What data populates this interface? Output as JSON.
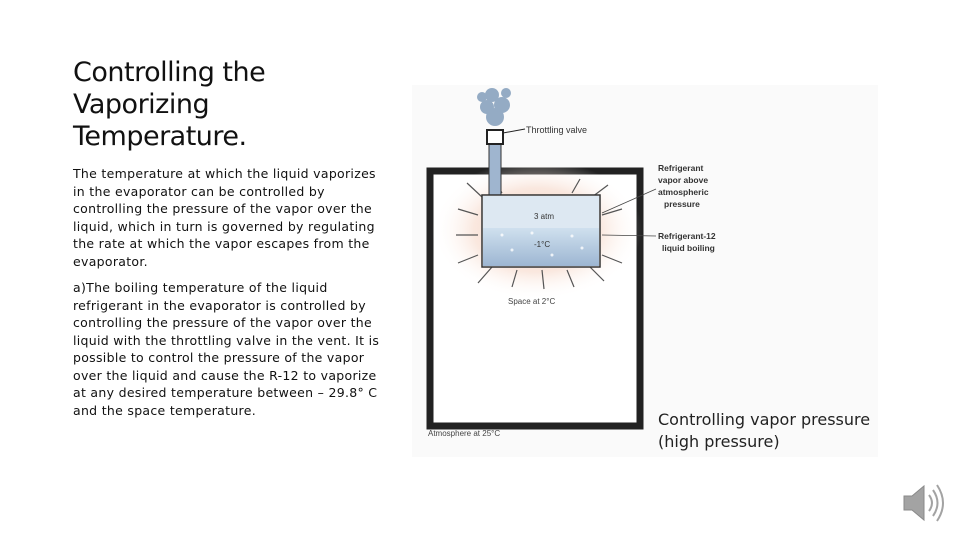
{
  "slide": {
    "title_lines": [
      "Controlling the",
      "Vaporizing",
      "Temperature."
    ],
    "paragraph_1": "The temperature at which the liquid vaporizes in the evaporator can be controlled by controlling the pressure of the vapor over the liquid, which in turn is governed by regulating the rate at which the vapor escapes from the evaporator.",
    "paragraph_2": "a)The boiling temperature of the liquid refrigerant in the evaporator is controlled by controlling the pressure of the vapor over the liquid with the throttling valve in the vent. It is possible to control the pressure of the vapor over the liquid and cause the R-12 to vaporize at any desired temperature between – 29.8° C and the space temperature."
  },
  "figure": {
    "throttling_valve_label": "Throttling valve",
    "vapor_label_lines": [
      "Refrigerant",
      "vapor above",
      "atmospheric",
      "pressure"
    ],
    "liquid_label_lines": [
      "Refrigerant-12",
      "liquid boiling"
    ],
    "pressure_label": "3 atm",
    "liquid_temp_label": "-1°C",
    "space_label": "Space at 2°C",
    "atmosphere_label": "Atmosphere at 25°C",
    "caption_lines": [
      "Controlling vapor pressure",
      "(high pressure)"
    ]
  },
  "colors": {
    "background": "#ffffff",
    "box_outline": "#222222",
    "liquid": "#8fa9c9",
    "glow": "#f3c9b6",
    "speaker": "#9a9a9a"
  },
  "icons": {
    "audio": "speaker-icon"
  }
}
